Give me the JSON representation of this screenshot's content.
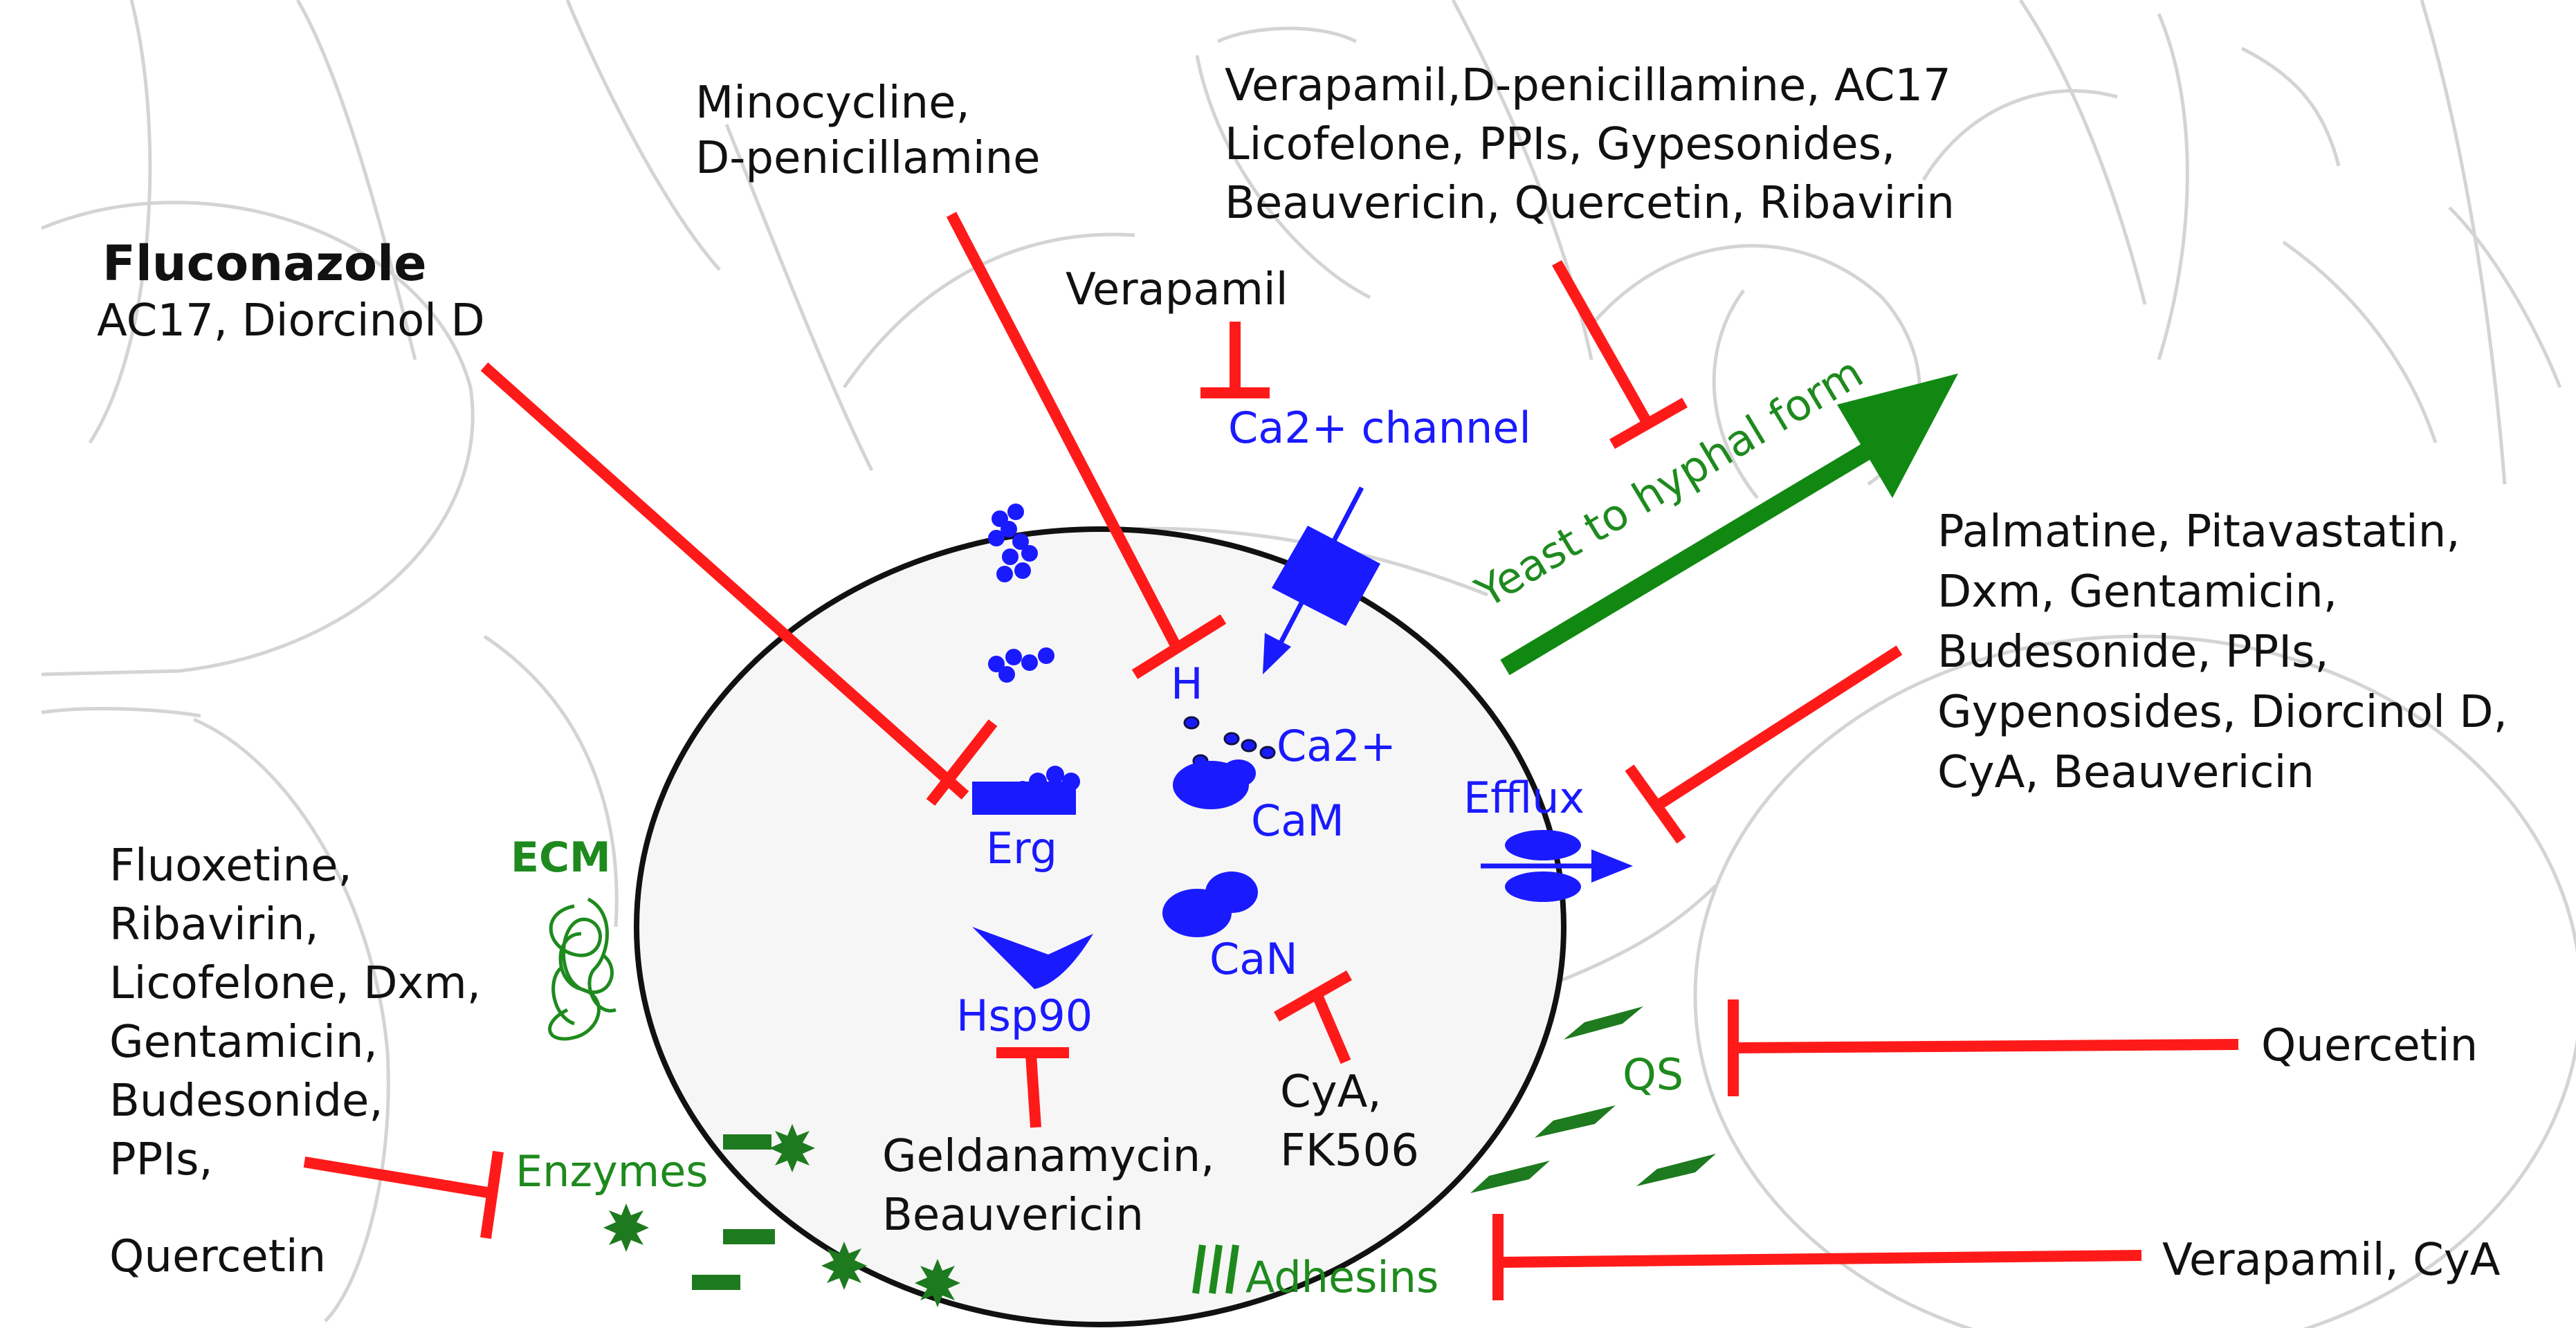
{
  "drug_groups": {
    "fluconazole": {
      "title": "Fluconazole",
      "line1": "AC17, Diorcinol D"
    },
    "minocycline": {
      "line1": "Minocycline,",
      "line2": "D-penicillamine"
    },
    "verapamil_channel": {
      "line1": "Verapamil"
    },
    "yeast_hyphal": {
      "line1": "Verapamil,D-penicillamine, AC17",
      "line2": "Licofelone, PPIs, Gypesonides,",
      "line3": "Beauvericin, Quercetin, Ribavirin"
    },
    "efflux": {
      "line1": "Palmatine, Pitavastatin,",
      "line2": "Dxm, Gentamicin,",
      "line3": "Budesonide, PPIs,",
      "line4": "Gypenosides, Diorcinol D,",
      "line5": "CyA, Beauvericin"
    },
    "enzymes": {
      "line1": "Fluoxetine,",
      "line2": "Ribavirin,",
      "line3": "Licofelone, Dxm,",
      "line4": "Gentamicin,",
      "line5": "Budesonide,",
      "line6": "PPIs,",
      "line7": "Quercetin"
    },
    "hsp90": {
      "line1": "Geldanamycin,",
      "line2": "Beauvericin"
    },
    "can": {
      "line1": "CyA,",
      "line2": "FK506"
    },
    "qs": {
      "line1": "Quercetin"
    },
    "adhesins": {
      "line1": "Verapamil, CyA"
    }
  },
  "cell_labels": {
    "ca_channel": "Ca2+ channel",
    "h": "H",
    "ca2": "Ca2+",
    "cam": "CaM",
    "erg": "Erg",
    "hsp90": "Hsp90",
    "can": "CaN",
    "efflux": "Efflux"
  },
  "external_labels": {
    "yeast_to_hyphal": "Yeast to hyphal form",
    "ecm": "ECM",
    "qs": "QS",
    "enzymes": "Enzymes",
    "adhesins": "Adhesins"
  },
  "colors": {
    "inhibition": "#ff1a1a",
    "cell_component": "#1a1aff",
    "extracellular": "#1e8a1e",
    "text": "#111111"
  }
}
